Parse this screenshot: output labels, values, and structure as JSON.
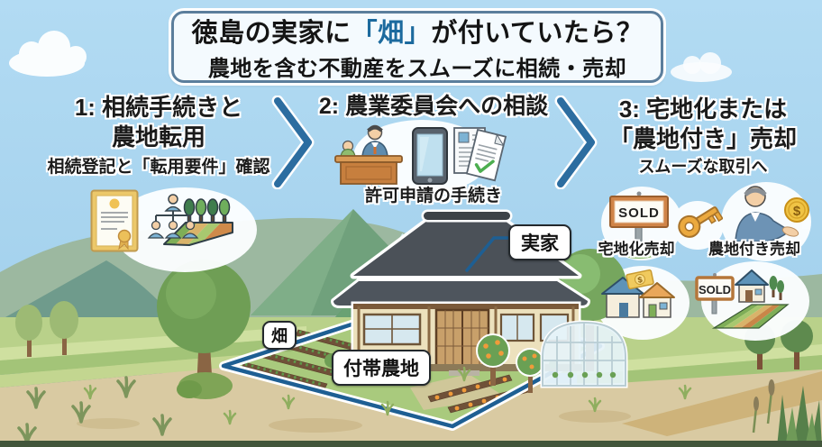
{
  "title": {
    "line1_pre": "徳島の実家に",
    "line1_highlight": "「畑」",
    "line1_post": "が付いていたら？",
    "line2": "農地を含む不動産をスムーズに相続・売却"
  },
  "steps": {
    "step1": {
      "heading_line1": "1: 相続手続きと",
      "heading_line2": "農地転用",
      "caption": "相続登記と「転用要件」確認"
    },
    "step2": {
      "heading": "2: 農業委員会への相談",
      "caption": "許可申請の手続き"
    },
    "step3": {
      "heading_line1": "3: 宅地化または",
      "heading_line2": "「農地付き」売却",
      "caption": "スムーズな取引へ"
    }
  },
  "scene": {
    "house_label": "実家",
    "field_label": "畑",
    "farmland_label": "付帯農地"
  },
  "outcomes": {
    "residential_label": "宅地化売却",
    "farmland_label": "農地付き売却",
    "sold_text": "SOLD",
    "currency_symbol": "$"
  },
  "colors": {
    "sky": "#a9d5ef",
    "title_border": "#5b7e9c",
    "title_fill": "#f4fafe",
    "highlight_blue": "#1c6a9e",
    "chevron_blue": "#2c6da0",
    "boundary_blue": "#1e5f93",
    "ground_tan": "#d9caa2",
    "text_black": "#1b1b1b"
  }
}
